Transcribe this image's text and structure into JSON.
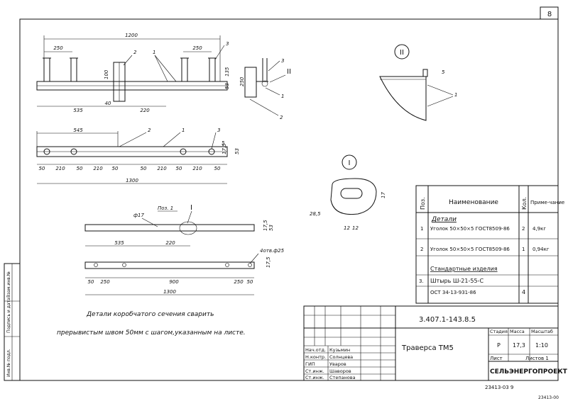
{
  "sheet": {
    "number": "8",
    "doc_code": "3.407.1-143.8.5",
    "doc_title": "Траверса ТМ5",
    "org": "СЕЛЬЭНЕРГОПРОЕКТ",
    "stage_label": "Стадия",
    "stage": "Р",
    "mass_label": "Масса",
    "mass": "17,3",
    "scale_label": "Масштаб",
    "scale": "1:10",
    "sheet_label": "Лист",
    "sheets_label": "Листов 1",
    "footer_code": "23413-03   9",
    "corner_code": "23413-00"
  },
  "side_stamp": [
    "Инв.№ подл.",
    "Подпись и дата",
    "Взам.инв.№"
  ],
  "signatures": [
    {
      "role": "Нач.отд.",
      "name": "Кузьмин"
    },
    {
      "role": "Н.контр.",
      "name": "Солнцева"
    },
    {
      "role": "ГИП",
      "name": "Уваров"
    },
    {
      "role": "Ст.инж.",
      "name": "Шаворов"
    },
    {
      "role": "Ст.инж.",
      "name": "Степанова"
    }
  ],
  "spec": {
    "headers": {
      "pos": "Поз.",
      "name": "Наименование",
      "qty": "Кол.",
      "note": "Приме-чание"
    },
    "section_parts": "Детали",
    "section_std": "Стандартные изделия",
    "rows": [
      {
        "pos": "1",
        "name": "Уголок 50×50×5 ГОСТ8509-86",
        "qty": "2",
        "note": "4,9кг"
      },
      {
        "pos": "2",
        "name": "Уголок 50×50×5 ГОСТ8509-86",
        "qty": "1",
        "note": "0,94кг"
      },
      {
        "pos": "3.",
        "name": "Штырь Ш-21-55-С",
        "qty": "",
        "note": ""
      },
      {
        "pos": "",
        "name": "ОСТ 34-13-931-86",
        "qty": "4",
        "note": ""
      }
    ]
  },
  "note_text": [
    "Детали коробчатого сечения сварить",
    "прерывистым швом 50мм с шагом,указанным на листе."
  ],
  "dims": {
    "top": [
      "1200",
      "250",
      "250",
      "535",
      "220",
      "40",
      "100",
      "135",
      "53",
      "250"
    ],
    "mid": [
      "545",
      "5",
      "17,5",
      "53",
      "50",
      "210",
      "50",
      "210",
      "50",
      "50",
      "210",
      "50",
      "210",
      "50",
      "1300"
    ],
    "poz": [
      "Поз. 1",
      "ф17",
      "535",
      "220",
      "17,5",
      "53",
      "4отв.ф25",
      "17,5",
      "50",
      "250",
      "900",
      "250",
      "50",
      "1300"
    ],
    "view1": [
      "28,5",
      "17",
      "12",
      "12"
    ],
    "view2": [
      "5"
    ],
    "callouts": [
      "1",
      "2",
      "3",
      "I",
      "II"
    ]
  }
}
